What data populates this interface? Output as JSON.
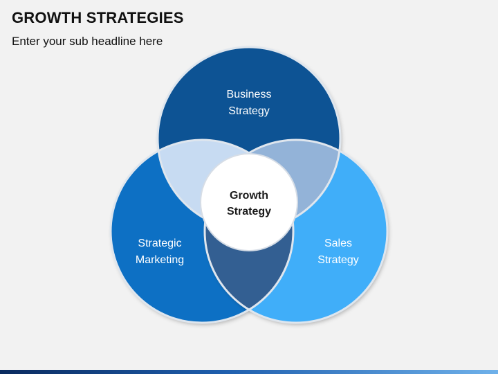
{
  "header": {
    "title": "GROWTH STRATEGIES",
    "subtitle": "Enter your sub headline here"
  },
  "diagram": {
    "type": "venn",
    "circles": [
      {
        "key": "top",
        "line1": "Business",
        "line2": "Strategy",
        "color": "#075394"
      },
      {
        "key": "left",
        "line1": "Strategic",
        "line2": "Marketing",
        "color": "#0a6fc4"
      },
      {
        "key": "right",
        "line1": "Sales",
        "line2": "Strategy",
        "color": "#41aef9"
      }
    ],
    "overlap_colors": {
      "top_left": "#c7dbf2",
      "top_right": "#93b3d8",
      "left_right": "#335f92"
    },
    "center": {
      "line1": "Growth",
      "line2": "Strategy",
      "color": "#ffffff"
    }
  },
  "footer": {
    "bar_colors": [
      "#0a2a5e",
      "#1f5fae",
      "#6fb1ea"
    ]
  }
}
